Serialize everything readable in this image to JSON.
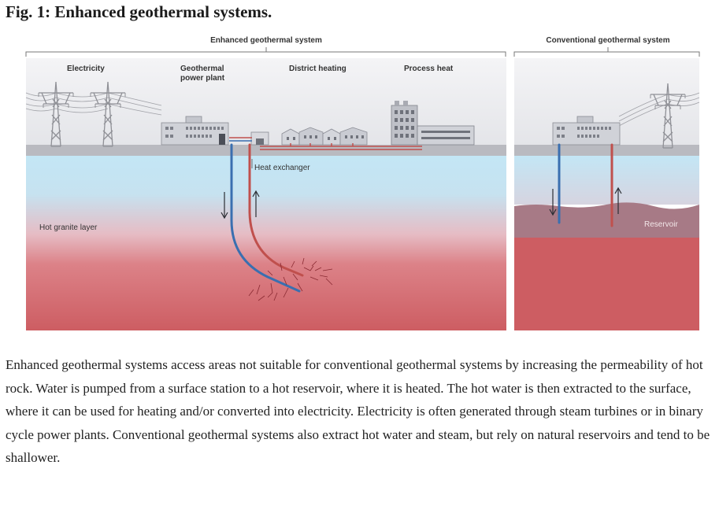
{
  "figure": {
    "title": "Fig. 1: Enhanced geothermal systems.",
    "enhanced_system_label": "Enhanced geothermal system",
    "conventional_system_label": "Conventional geothermal system",
    "labels": {
      "electricity": "Electricity",
      "power_plant_line1": "Geothermal",
      "power_plant_line2": "power plant",
      "district_heating": "District heating",
      "process_heat": "Process heat",
      "heat_exchanger": "Heat exchanger",
      "hot_granite": "Hot granite layer",
      "reservoir": "Reservoir"
    },
    "colors": {
      "cold_water": "#3a6fb0",
      "hot_water": "#c0504d",
      "sky": "#ececee",
      "ground_surface": "#b9bac0",
      "upper_rock": "#bfe2f2",
      "hot_rock": "#d3666a"
    }
  },
  "caption": "Enhanced geothermal systems access areas not suitable for conventional geothermal systems by increasing the permeability of hot rock. Water is pumped from a surface station to a hot reservoir, where it is heated. The hot water is then extracted to the surface, where it can be used for heating and/or converted into electricity. Electricity is often generated through steam turbines or in binary cycle power plants. Conventional geothermal systems also extract hot water and steam, but rely on natural reservoirs and tend to be shallower."
}
